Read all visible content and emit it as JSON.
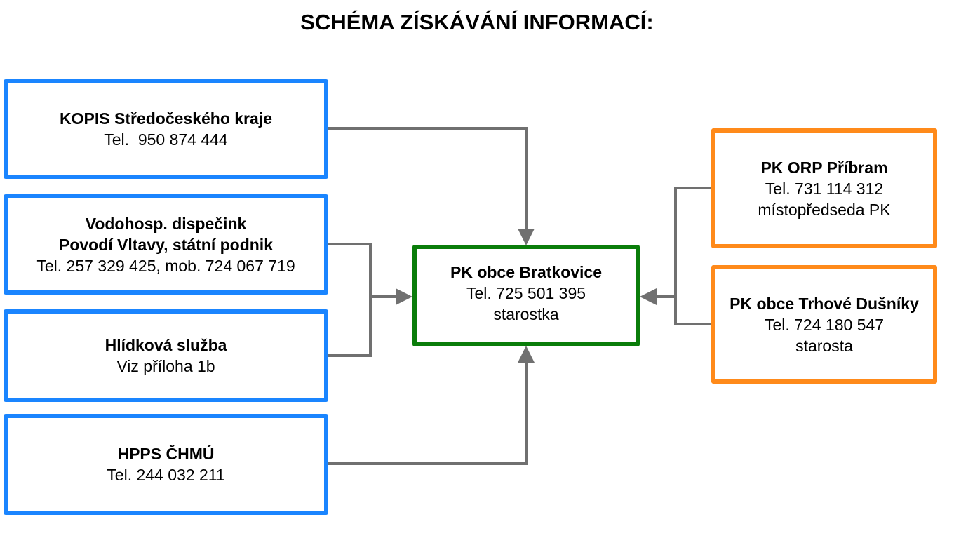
{
  "title": "SCHÉMA ZÍSKÁVÁNÍ INFORMACÍ:",
  "sources": [
    {
      "name": "KOPIS Středočeského kraje",
      "lines": [
        "Tel.  950 874 444"
      ]
    },
    {
      "name": "Vodohosp. dispečink",
      "name2": "Povodí Vltavy, státní podnik",
      "lines": [
        "Tel. 257 329 425, mob. 724 067 719"
      ]
    },
    {
      "name": "Hlídková služba",
      "lines": [
        "Viz příloha 1b"
      ]
    },
    {
      "name": "HPPS ČHMÚ",
      "lines": [
        "Tel. 244 032 211"
      ]
    }
  ],
  "center": {
    "name": "PK obce Bratkovice",
    "lines": [
      "Tel. 725 501 395",
      "starostka"
    ]
  },
  "right": [
    {
      "name": "PK ORP Příbram",
      "lines": [
        "Tel. 731 114 312",
        "místopředseda PK"
      ]
    },
    {
      "name": "PK obce Trhové Dušníky",
      "lines": [
        "Tel. 724 180 547",
        "starosta"
      ]
    }
  ],
  "colors": {
    "source": "#1a85ff",
    "center": "#0a7d0a",
    "right": "#ff8a1a",
    "connector": "#707070"
  }
}
